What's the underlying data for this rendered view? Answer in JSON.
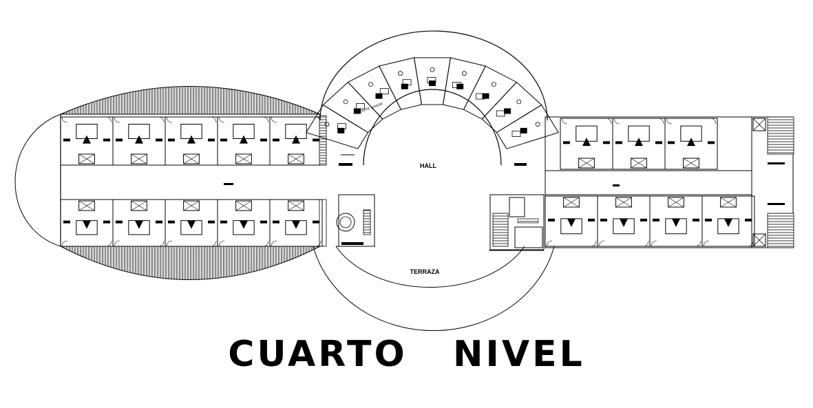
{
  "drawing": {
    "title": "CUARTO   NIVEL",
    "labels": {
      "hall": "HALL",
      "terrace": "TERRAZA",
      "suite": "SUITE JUNIOR"
    },
    "line_color": "#000000",
    "background": "#ffffff"
  }
}
